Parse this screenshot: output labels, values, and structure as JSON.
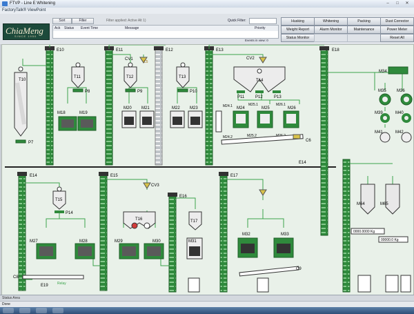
{
  "window": {
    "title": "FTVP - Line E Whitening",
    "min": "–",
    "max": "□",
    "close": "✕"
  },
  "menubar": {
    "label": "FactoryTalk® ViewPoint"
  },
  "logo": {
    "text": "ChiaMeng",
    "subtitle": "SINCE 1950"
  },
  "filterbar": {
    "sort_label": "Sort",
    "filter_label": "Filter",
    "filter_applied": "Filter applied: Active Alt 1)",
    "quick_filter_label": "Quick Filter:"
  },
  "alarm_grid": {
    "columns": [
      "Ack",
      "Status",
      "Event Time",
      "Message",
      "Priority"
    ],
    "events_count": "Events in view: 0"
  },
  "nav_buttons": [
    "Husking",
    "Whitening",
    "Packing",
    "Dust Corrector",
    "Weight Report",
    "Alarm Monitor",
    "Maintenance",
    "Power Meter",
    "Status Monitor",
    "Reset All"
  ],
  "diagram": {
    "elevators": [
      "E10",
      "E11",
      "E12",
      "E13",
      "E18",
      "E14",
      "E15",
      "E16",
      "E17"
    ],
    "valves": [
      "CV1",
      "CV2",
      "CV3"
    ],
    "hoppers": [
      "T10",
      "T11",
      "T12",
      "T13",
      "T14",
      "T15",
      "T16",
      "T17"
    ],
    "feeders": [
      "P7",
      "P8",
      "P9",
      "P10",
      "P11",
      "P12",
      "P13",
      "P14"
    ],
    "machines_top": [
      "M18",
      "M19",
      "M20",
      "M21",
      "M22",
      "M23",
      "M24",
      "M25",
      "M26"
    ],
    "sub_labels": [
      "M24.1",
      "M24.2",
      "M25.1",
      "M25.2",
      "M26.1",
      "M26.2"
    ],
    "conveyor_labels": [
      "C5",
      "C6",
      "C8",
      "C9",
      "E14",
      "E19"
    ],
    "machines_bottom": [
      "M27",
      "M28",
      "M29",
      "M30",
      "M31",
      "M32",
      "M33"
    ],
    "packing": [
      "M34",
      "M35",
      "M36",
      "M39",
      "M40",
      "M41",
      "M42",
      "M64",
      "M65"
    ],
    "weights": [
      "0000.0000 Kg",
      "00000.0 Kg"
    ],
    "small_note": "Relay"
  },
  "status_area": {
    "label": "Status Area"
  },
  "status_bar": {
    "label": "Done"
  },
  "colors": {
    "equipment_green": "#2f8a3c",
    "pipe_green": "#3aa34a",
    "panel_bg": "#e9f1e9",
    "dark": "#222222"
  }
}
